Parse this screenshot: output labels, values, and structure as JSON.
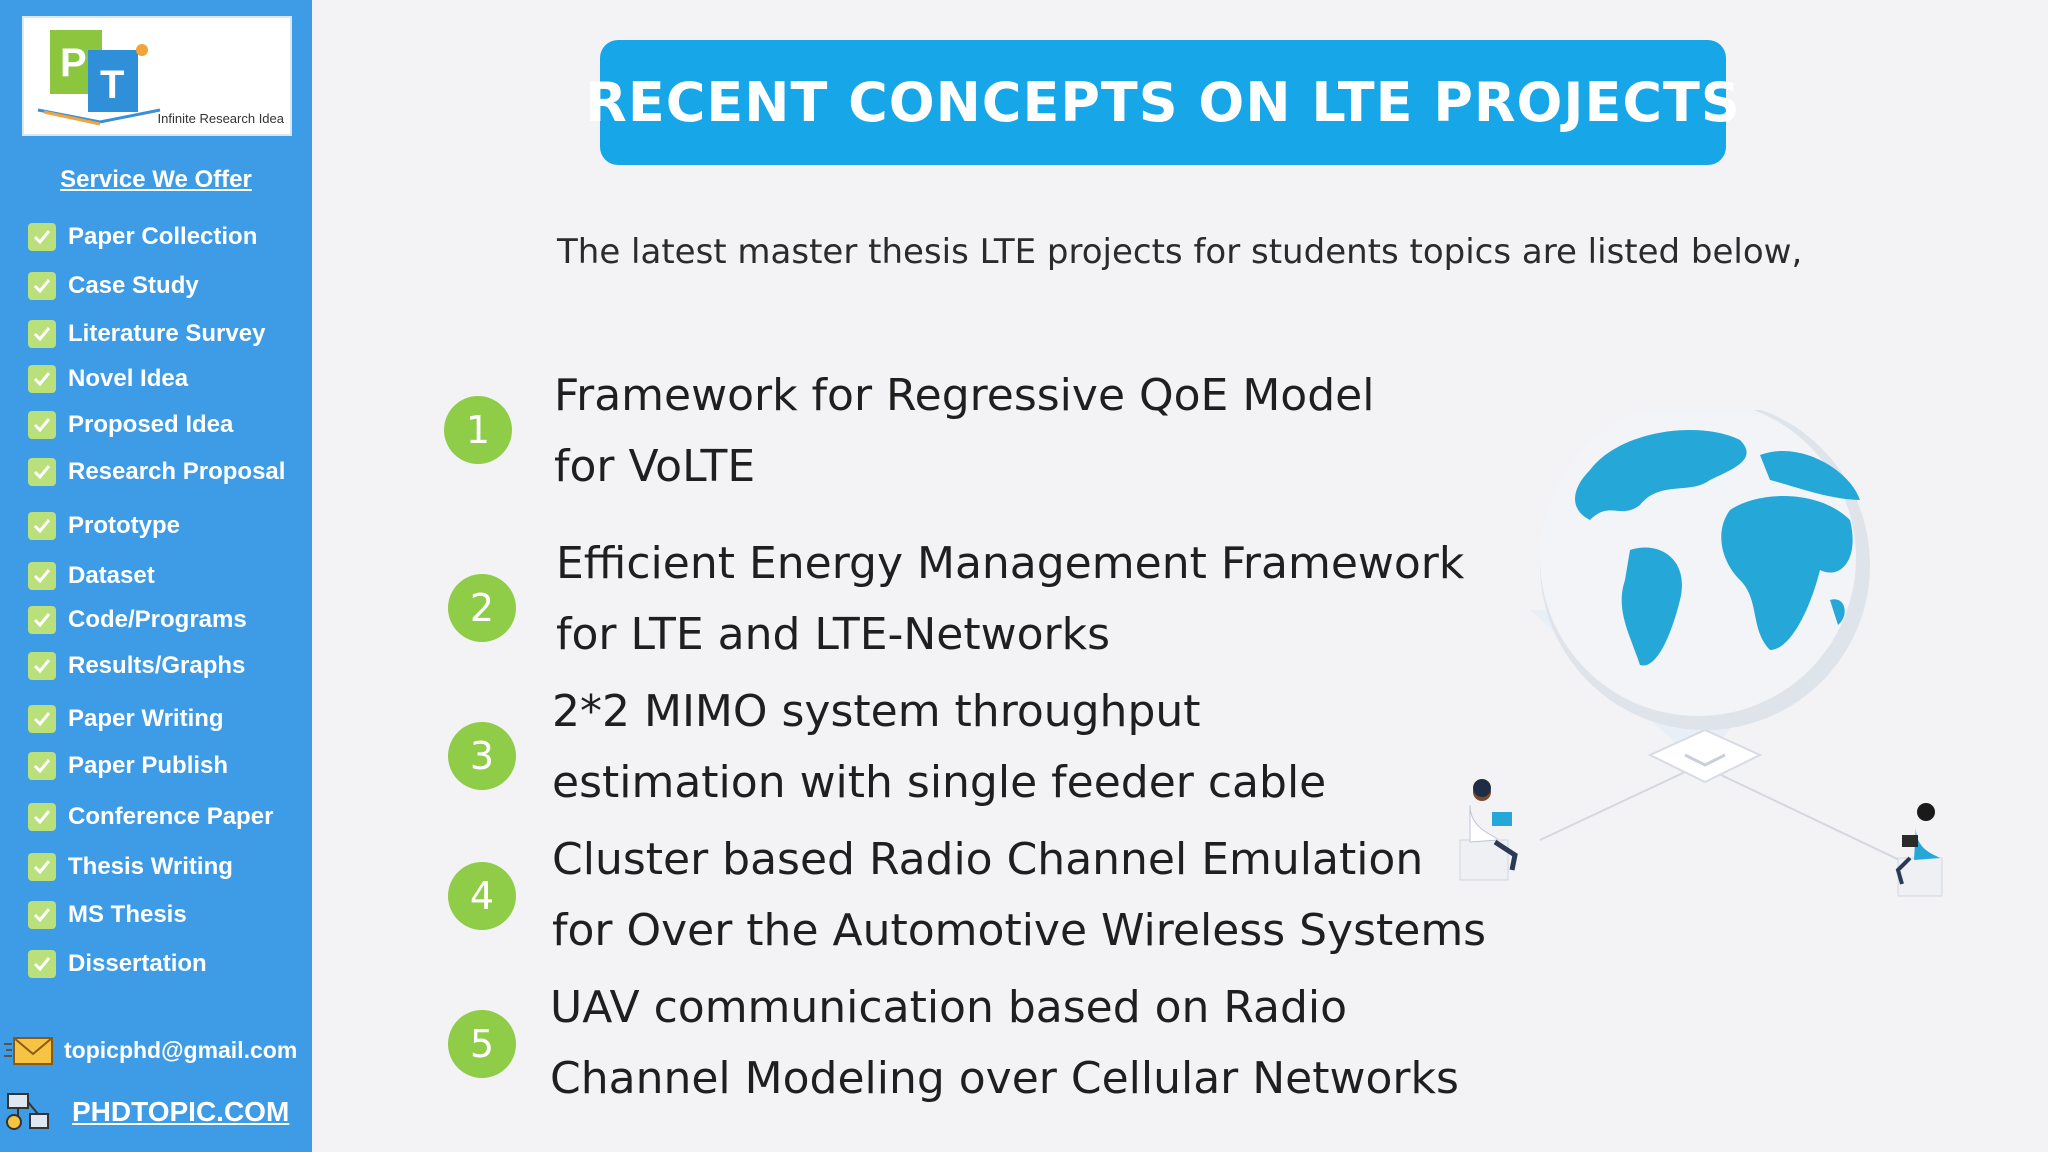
{
  "sidebar": {
    "logo": {
      "letters": "PT",
      "tagline": "Infinite Research Idea"
    },
    "service_title": "Service We Offer",
    "items": [
      "Paper Collection",
      "Case Study",
      "Literature Survey",
      "Novel Idea",
      "Proposed Idea",
      "Research Proposal",
      "Prototype",
      "Dataset",
      "Code/Programs",
      "Results/Graphs",
      "Paper Writing",
      "Paper Publish",
      "Conference Paper",
      "Thesis Writing",
      "MS Thesis",
      "Dissertation"
    ],
    "email": "topicphd@gmail.com",
    "website": "PHDTOPIC.COM"
  },
  "main": {
    "title": "RECENT CONCEPTS ON LTE PROJECTS",
    "intro": "The latest  master thesis LTE projects for students topics are listed below,",
    "items": [
      {
        "number": "1",
        "line1": "Framework for Regressive QoE Model",
        "line2": "for VoLTE"
      },
      {
        "number": "2",
        "line1": "Efficient Energy Management Framework",
        "line2": "for LTE and LTE-Networks"
      },
      {
        "number": "3",
        "line1": "2*2 MIMO system throughput",
        "line2": "estimation with single feeder cable"
      },
      {
        "number": "4",
        "line1": "Cluster based Radio Channel Emulation",
        "line2": "for Over the Automotive Wireless Systems"
      },
      {
        "number": "5",
        "line1": "UAV communication based on Radio",
        "line2": "Channel Modeling over Cellular Networks"
      }
    ]
  },
  "colors": {
    "sidebar_bg": "#3e9be6",
    "banner_bg": "#17a7e8",
    "number_circle": "#8fcc48",
    "check": "#b9e07a",
    "globe_land": "#25a8d8"
  },
  "icons": {
    "check": "checkmark-icon",
    "email": "envelope-icon",
    "website": "network-icon",
    "illustration": "globe-with-people"
  }
}
